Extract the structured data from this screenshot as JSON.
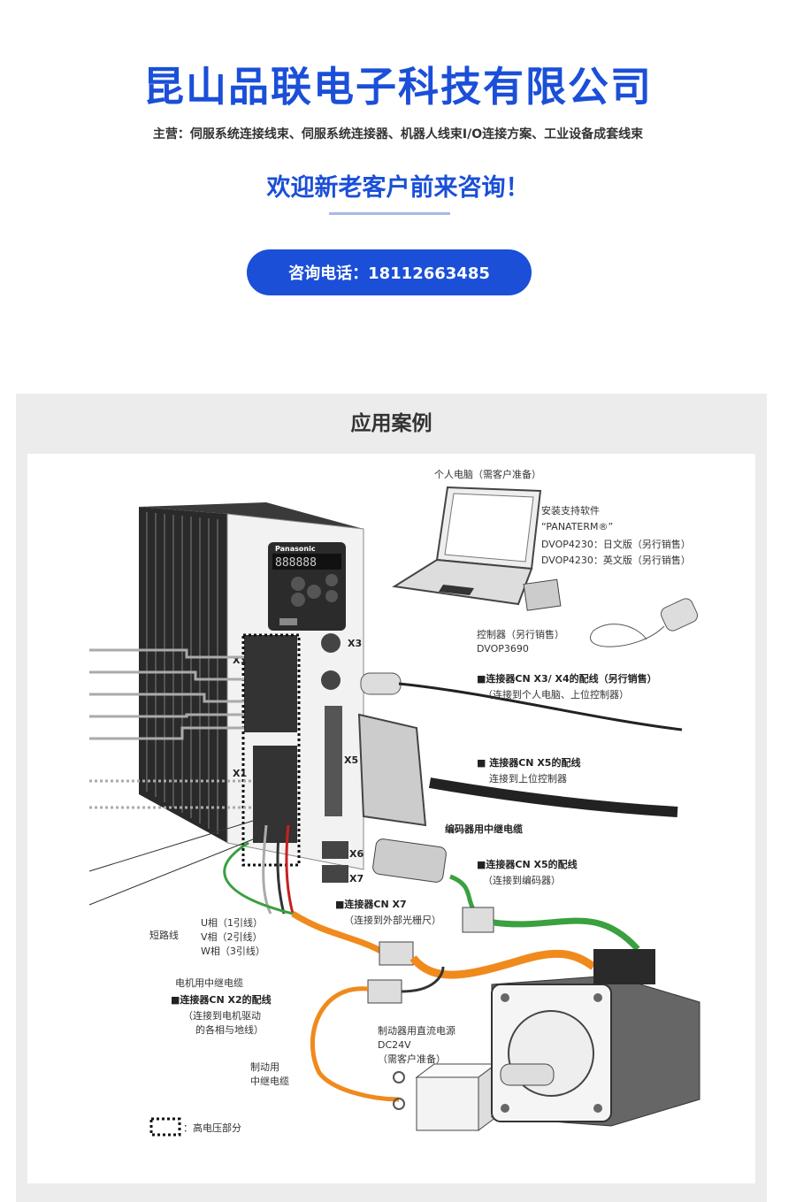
{
  "header": {
    "company_name": "昆山品联电子科技有限公司",
    "business_scope": "主营：伺服系统连接线束、伺服系统连接器、机器人线束I/O连接方案、工业设备成套线束",
    "welcome": "欢迎新老客户前来咨询！",
    "phone_button": "咨询电话：18112663485"
  },
  "case_section": {
    "title": "应用案例",
    "diagram": {
      "brand": "Panasonic",
      "display_digits": "888888",
      "port_labels": {
        "x1": "X1",
        "x3": "X3",
        "x5": "X5",
        "x6": "X6",
        "x7": "X7"
      },
      "pc": "个人电脑（需客户准备）",
      "software_title": "安装支持软件",
      "software_name": "“PANATERM®”",
      "software_jp": "DVOP4230：日文版（另行销售）",
      "software_en": "DVOP4230：英文版（另行销售）",
      "console_1": "控制器（另行销售）",
      "console_2": "DVOP3690",
      "cn_x3x4_1": "■连接器CN X3/ X4的配线（另行销售）",
      "cn_x3x4_2": "（连接到个人电脑、上位控制器）",
      "cn_x5_1": "■ 连接器CN X5的配线",
      "cn_x5_2": "连接到上位控制器",
      "encoder_relay": "编码器用中继电缆",
      "cn_x6_1": "■连接器CN X5的配线",
      "cn_x6_2": "（连接到编码器）",
      "cn_x7_1": "■连接器CN X7",
      "cn_x7_2": "（连接到外部光栅尺）",
      "short_wire": "短路线",
      "u_phase": "U相（1引线）",
      "v_phase": "V相（2引线）",
      "w_phase": "W相（3引线）",
      "motor_relay": "电机用中继电缆",
      "cn_x2_1": "■连接器CN X2的配线",
      "cn_x2_2": "（连接到电机驱动",
      "cn_x2_3": "的各相与地线）",
      "brake_power_1": "制动器用直流电源",
      "brake_power_2": "DC24V",
      "brake_power_3": "（需客户准备）",
      "brake_cable_1": "制动用",
      "brake_cable_2": "中继电缆",
      "hv_legend": "：高电压部分"
    }
  },
  "colors": {
    "brand_blue": "#1b4fd8",
    "section_gray": "#ececec",
    "cable_orange": "#f08a1c",
    "cable_green": "#3aa040"
  }
}
